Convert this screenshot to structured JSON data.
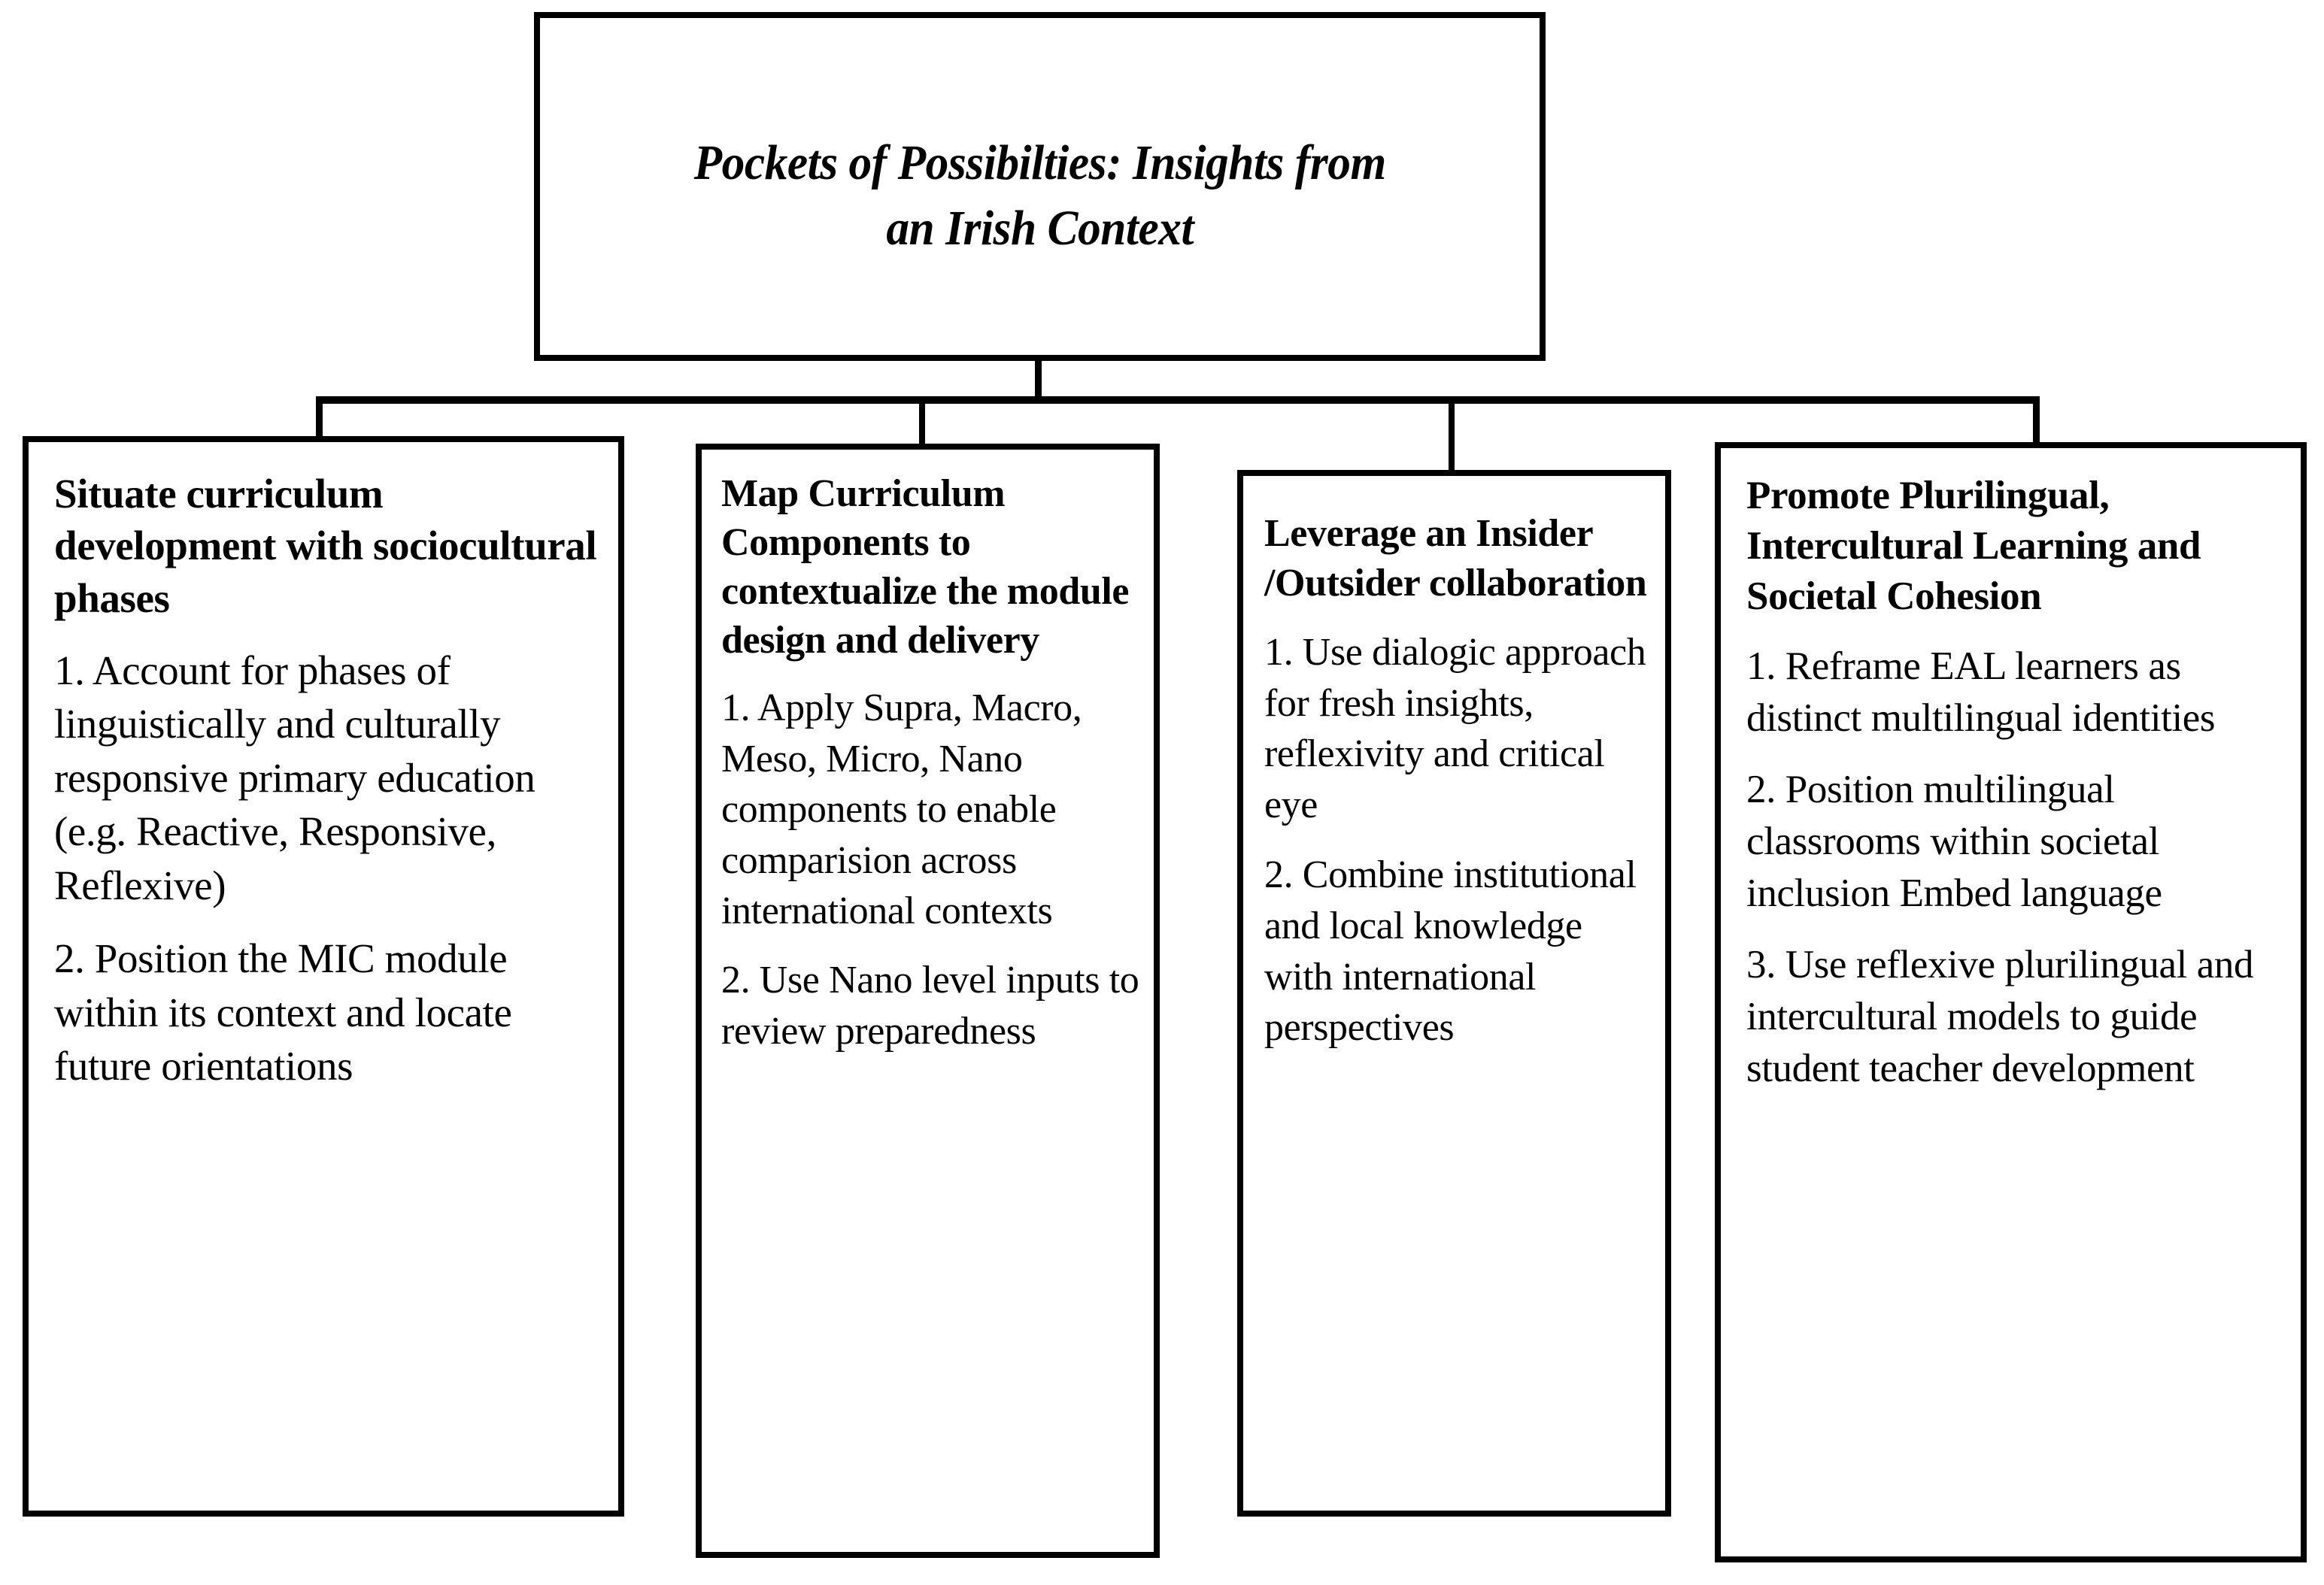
{
  "diagram": {
    "type": "hierarchy-tree",
    "orientation": "top-down",
    "root": {
      "title_line_1": "Pockets of Possibilties: Insights from",
      "title_line_2": "an Irish Context"
    },
    "colors": {
      "border": "#000000",
      "fill": "#ffffff",
      "text": "#000000"
    },
    "nodes": [
      {
        "id": "situate-curriculum",
        "heading": "Situate curriculum development with sociocultural phases",
        "items": [
          "1. Account for phases of linguistically and culturally responsive primary education (e.g. Reactive, Responsive, Reflexive)",
          "2. Position the MIC module within its context and locate future orientations"
        ]
      },
      {
        "id": "map-curriculum-components",
        "heading": "Map Curriculum Components to contextualize the module design and delivery",
        "items": [
          "1. Apply Supra, Macro, Meso, Micro, Nano components to enable comparision across international contexts",
          "2. Use Nano level inputs to review preparedness"
        ]
      },
      {
        "id": "leverage-insider-outsider",
        "heading": "Leverage an Insider /Outsider collaboration",
        "items": [
          "1. Use dialogic approach for fresh insights, reflexivity and critical eye",
          "2. Combine institutional and local knowledge with international perspectives"
        ]
      },
      {
        "id": "promote-plurilingual",
        "heading": "Promote Plurilingual, Intercultural Learning and Societal Cohesion",
        "items": [
          "1. Reframe EAL learners as distinct multilingual identities",
          "2. Position multilingual classrooms within societal inclusion Embed language",
          "3. Use reflexive plurilingual and intercultural models to guide student teacher development"
        ]
      }
    ]
  }
}
